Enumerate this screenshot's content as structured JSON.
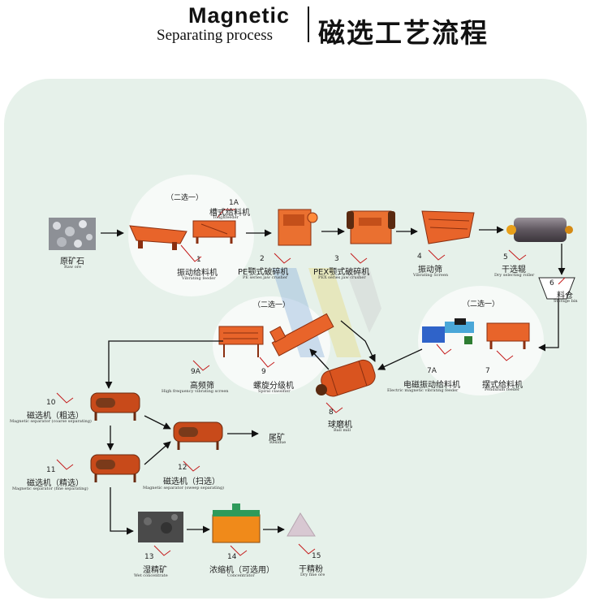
{
  "header": {
    "title_en_1": "Magnetic",
    "title_en_2": "Separating process",
    "title_cn": "磁选工艺流程"
  },
  "select_one": "（二选一）",
  "nodes": {
    "raw_ore": {
      "cn": "原矿石",
      "en": "Raw ore"
    },
    "vibrating_feeder": {
      "num": "1",
      "cn": "振动给料机",
      "en": "Vibrating feeder"
    },
    "trough_feeder": {
      "num": "1A",
      "cn": "槽式给料机",
      "en": "Toughfeeder"
    },
    "pe_crusher": {
      "num": "2",
      "cn": "PE颚式破碎机",
      "en": "PE series jaw crusher"
    },
    "pex_crusher": {
      "num": "3",
      "cn": "PEX颚式破碎机",
      "en": "PEX series jaw crusher"
    },
    "vibrating_screen": {
      "num": "4",
      "cn": "振动筛",
      "en": "Vibrating Screen"
    },
    "dry_roller": {
      "num": "5",
      "cn": "干选辊",
      "en": "Dry selecting roller"
    },
    "storage_bin": {
      "num": "6",
      "cn": "料仓",
      "en": "Storage bin"
    },
    "pendulum_feeder": {
      "num": "7",
      "cn": "摆式给料机",
      "en": "Pendulum feeder"
    },
    "electromag_feeder": {
      "num": "7A",
      "cn": "电磁振动给料机",
      "en": "Electric magnetic vibrating feeder"
    },
    "ball_mill": {
      "num": "8",
      "cn": "球磨机",
      "en": "Ball mill"
    },
    "spiral_classifier": {
      "num": "9",
      "cn": "螺旋分级机",
      "en": "Spiral classifier"
    },
    "hf_screen": {
      "num": "9A",
      "cn": "高频筛",
      "en": "High frequency vibrating screen"
    },
    "mag_coarse": {
      "num": "10",
      "cn": "磁选机（粗选）",
      "en": "Magnetic separator (coarse separating)"
    },
    "mag_fine": {
      "num": "11",
      "cn": "磁选机（精选）",
      "en": "Magnetic separator (fine separating)"
    },
    "mag_sweep": {
      "num": "12",
      "cn": "磁选机（扫选）",
      "en": "Magnetic separator (sweep separating)"
    },
    "residue": {
      "cn": "尾矿",
      "en": "Residue"
    },
    "wet_concentrate": {
      "num": "13",
      "cn": "湿精矿",
      "en": "Wet concentrate"
    },
    "concentrator": {
      "num": "14",
      "cn": "浓缩机（可选用）",
      "en": "Concentrator"
    },
    "dry_fine_ore": {
      "num": "15",
      "cn": "干精粉",
      "en": "Dry fine ore"
    }
  },
  "colors": {
    "panel": "#e6f1ea",
    "machine_orange": "#e8642a",
    "machine_dark": "#8a2f10",
    "roller_gray": "#6f6770",
    "feeder_blue": "#2f63c9",
    "pointer_red": "#c41a1a",
    "arrow": "#111111"
  }
}
